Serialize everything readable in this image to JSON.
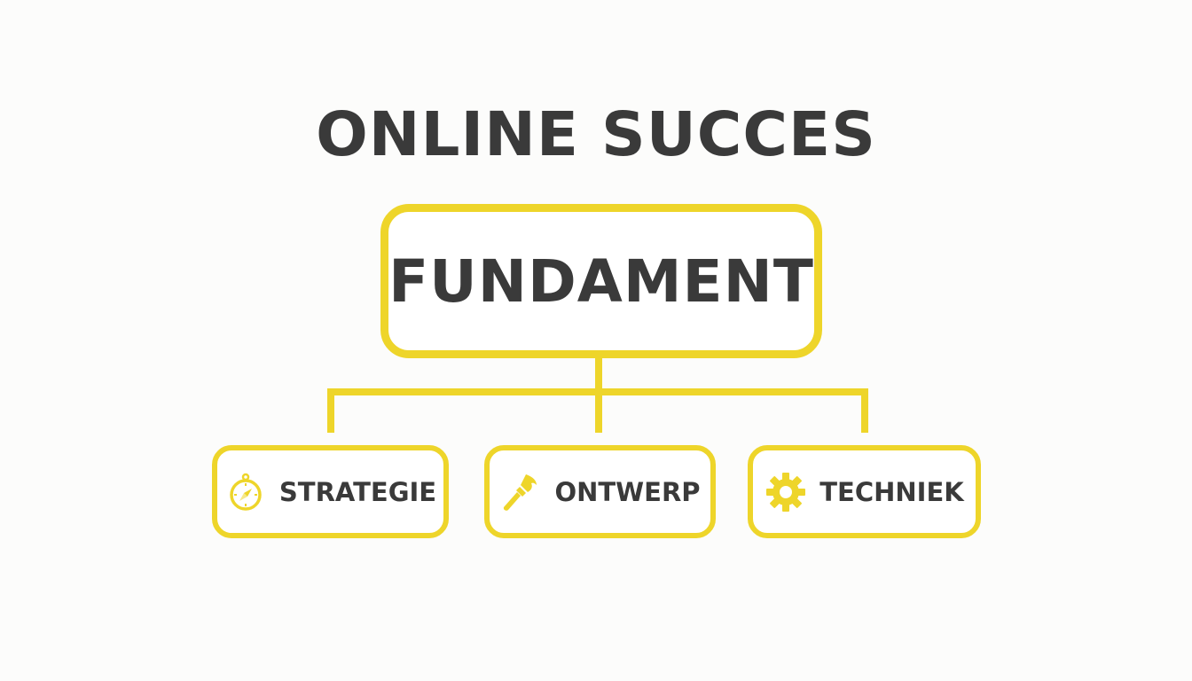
{
  "title": "ONLINE SUCCES",
  "root": {
    "label": "FUNDAMENT"
  },
  "children": [
    {
      "label": "STRATEGIE",
      "icon": "compass-icon"
    },
    {
      "label": "ONTWERP",
      "icon": "brush-icon"
    },
    {
      "label": "TECHNIEK",
      "icon": "gear-icon"
    }
  ],
  "colors": {
    "accent": "#eed52a",
    "text": "#3a3a3a",
    "background": "#fcfcfb"
  }
}
